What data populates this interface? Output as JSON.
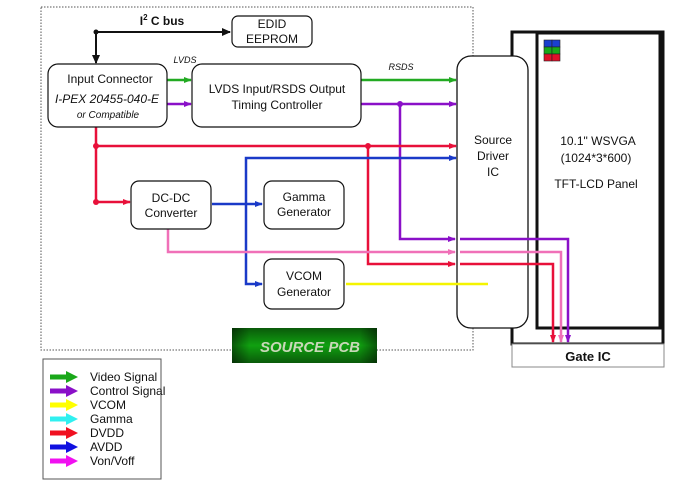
{
  "diagram": {
    "boundary_label": "SOURCE PCB",
    "bus": {
      "label_main": "I",
      "label_sup": "2",
      "label_rest": " C bus"
    },
    "blocks": {
      "edid": {
        "line1": "EDID",
        "line2": "EEPROM"
      },
      "input_connector": {
        "line1": "Input Connector",
        "line2": "I-PEX 20455-040-E",
        "line3": "or Compatible"
      },
      "tcon": {
        "line1": "LVDS Input/RSDS Output",
        "line2": "Timing Controller"
      },
      "dcdc": {
        "line1": "DC-DC",
        "line2": "Converter"
      },
      "gamma": {
        "line1": "Gamma",
        "line2": "Generator"
      },
      "vcom": {
        "line1": "VCOM",
        "line2": "Generator"
      },
      "source_driver": {
        "line1": "Source",
        "line2": "Driver",
        "line3": "IC"
      },
      "panel": {
        "line1": "10.1\" WSVGA",
        "line2": "(1024*3*600)",
        "line3": "TFT-LCD Panel"
      },
      "gate_ic": {
        "label": "Gate IC"
      }
    },
    "signal_labels": {
      "lvds": "LVDS",
      "rsds": "RSDS"
    },
    "pixel_colors": [
      "#1a3fd0",
      "#1aa81a",
      "#e0102a"
    ]
  },
  "legend": {
    "items": [
      {
        "label": "Video Signal",
        "color": "#1aa81a"
      },
      {
        "label": "Control Signal",
        "color": "#8a10c8"
      },
      {
        "label": "VCOM",
        "color": "#ffff00"
      },
      {
        "label": "Gamma",
        "color": "#30f0f0"
      },
      {
        "label": "DVDD",
        "color": "#f01020"
      },
      {
        "label": "AVDD",
        "color": "#1010e0"
      },
      {
        "label": "Von/Voff",
        "color": "#f010f0"
      }
    ]
  },
  "colors": {
    "video": "#22aa22",
    "control": "#8a10c8",
    "vcom": "#f4f400",
    "dvdd": "#e8103a",
    "avdd": "#1a3ac8",
    "vonvoff": "#f070b8",
    "pcb_badge": "#0a8a0a",
    "pcb_badge_text": "#c8d8b8"
  }
}
